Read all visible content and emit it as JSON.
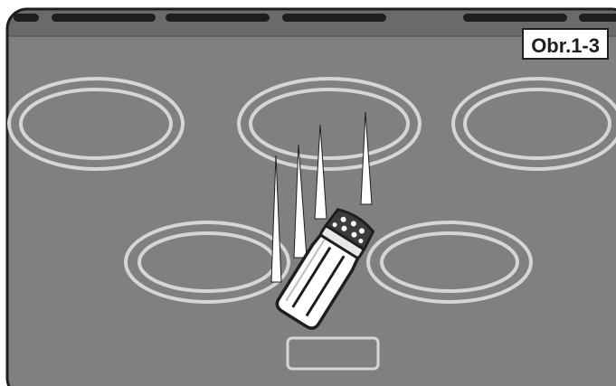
{
  "figure": {
    "label": "Obr.1-3"
  },
  "colors": {
    "cooktop_surface": "#808080",
    "cooktop_back_panel": "#6a6a6a",
    "zone_ring": "#d6d6d6",
    "outline": "#1e1e1e",
    "shaker_body": "#ffffff",
    "salt_stream": "#ffffff"
  },
  "elements": {
    "cooking_zones": 5,
    "control_panel": 1,
    "salt_shaker": 1,
    "salt_streams": 4
  }
}
